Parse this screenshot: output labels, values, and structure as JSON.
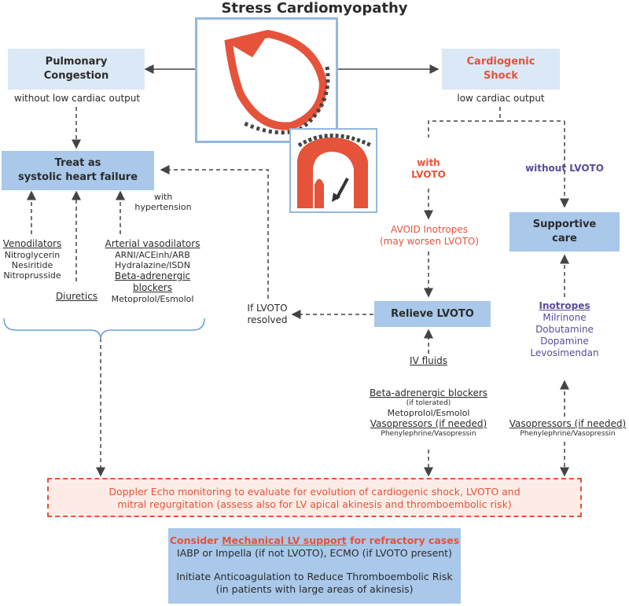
{
  "title": "Stress Cardiomyopathy",
  "colors": {
    "accent_red": "#e5533b",
    "purple": "#5a4a9a",
    "box_light": "#dbe8f5",
    "box_mid": "#a9c8ea",
    "echo_bg": "#fdece6"
  },
  "left": {
    "pulmonary_line1": "Pulmonary",
    "pulmonary_line2": "Congestion",
    "without_low_output": "without low cardiac output",
    "treat_line1": "Treat as",
    "treat_line2": "systolic heart failure",
    "with_hypertension_1": "with",
    "with_hypertension_2": "hypertension",
    "venodilators": "Venodilators",
    "veno_items": [
      "Nitroglycerin",
      "Nesiritide",
      "Nitroprusside"
    ],
    "diuretics": "Diuretics",
    "arterial": "Arterial vasodilators",
    "arterial_items": [
      "ARNI/ACEinh/ARB",
      "Hydralazine/ISDN"
    ],
    "beta_line1": "Beta-adrenergic",
    "beta_line2": "blockers",
    "beta_items": "Metoprolol/Esmolol"
  },
  "right": {
    "cardiogenic_line1": "Cardiogenic",
    "cardiogenic_line2": "Shock",
    "low_output": "low cardiac output",
    "with_lvoto_1": "with",
    "with_lvoto_2": "LVOTO",
    "without_lvoto": "without LVOTO",
    "avoid_line1": "AVOID Inotropes",
    "avoid_line2": "(may worsen LVOTO)",
    "supportive_line1": "Supportive",
    "supportive_line2": "care",
    "relieve": "Relieve LVOTO",
    "if_resolved_1": "If LVOTO",
    "if_resolved_2": "resolved",
    "inotropes": "Inotropes",
    "inotrope_items": [
      "Milrinone",
      "Dobutamine",
      "Dopamine",
      "Levosimendan"
    ],
    "iv_fluids": "IV fluids",
    "beta": "Beta-adrenergic blockers",
    "if_tolerated": "(if tolerated)",
    "beta_items": "Metoprolol/Esmolol",
    "vaso": "Vasopressors (if needed)",
    "vaso_items": "Phenylephrine/Vasopressin",
    "vaso2": "Vasopressors (if needed)",
    "vaso2_items": "Phenylephrine/Vasopressin"
  },
  "echo": {
    "line1": "Doppler Echo monitoring to evaluate for evolution of cardiogenic shock, LVOTO and",
    "line2": "mitral regurgitation (assess also for LV apical akinesis and thromboembolic risk)"
  },
  "bottom": {
    "consider_pre": "Consider ",
    "consider_link": "Mechanical LV support",
    "consider_post": " for refractory cases",
    "line2": "IABP or Impella (if not LVOTO), ECMO (if LVOTO present)",
    "line3": "Initiate Anticoagulation to Reduce Thromboembolic Risk",
    "line4": "(in patients with large areas of akinesis)"
  }
}
